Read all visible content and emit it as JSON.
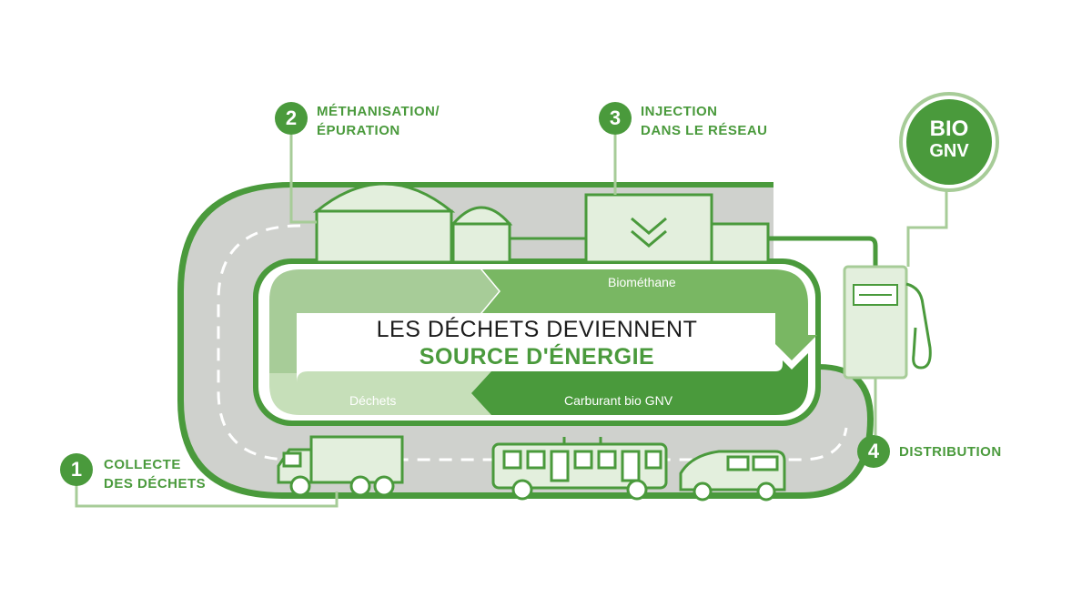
{
  "colors": {
    "dark_green": "#4a9a3c",
    "mid_green": "#79b763",
    "light_green": "#a7cc98",
    "pale_green": "#e3efdd",
    "road_gray": "#cfd1cd"
  },
  "steps": [
    {
      "number": "1",
      "line1": "COLLECTE",
      "line2": "DES DÉCHETS"
    },
    {
      "number": "2",
      "line1": "MÉTHANISATION/",
      "line2": "ÉPURATION"
    },
    {
      "number": "3",
      "line1": "INJECTION",
      "line2": "DANS LE RÉSEAU"
    },
    {
      "number": "4",
      "line1": "DISTRIBUTION",
      "line2": ""
    }
  ],
  "badge": {
    "line1": "BIO",
    "line2": "GNV"
  },
  "center": {
    "line1": "LES DÉCHETS DEVIENNENT",
    "line2": "SOURCE D'ÉNERGIE"
  },
  "flows": {
    "top_right": "Biométhane",
    "bottom_left": "Déchets",
    "bottom_right": "Carburant bio GNV"
  },
  "icons": {
    "plant": "methanisation-plant-icon",
    "injection": "injection-station-icon",
    "pump": "fuel-pump-icon",
    "truck": "garbage-truck-icon",
    "bus": "bus-icon",
    "van": "van-icon"
  }
}
